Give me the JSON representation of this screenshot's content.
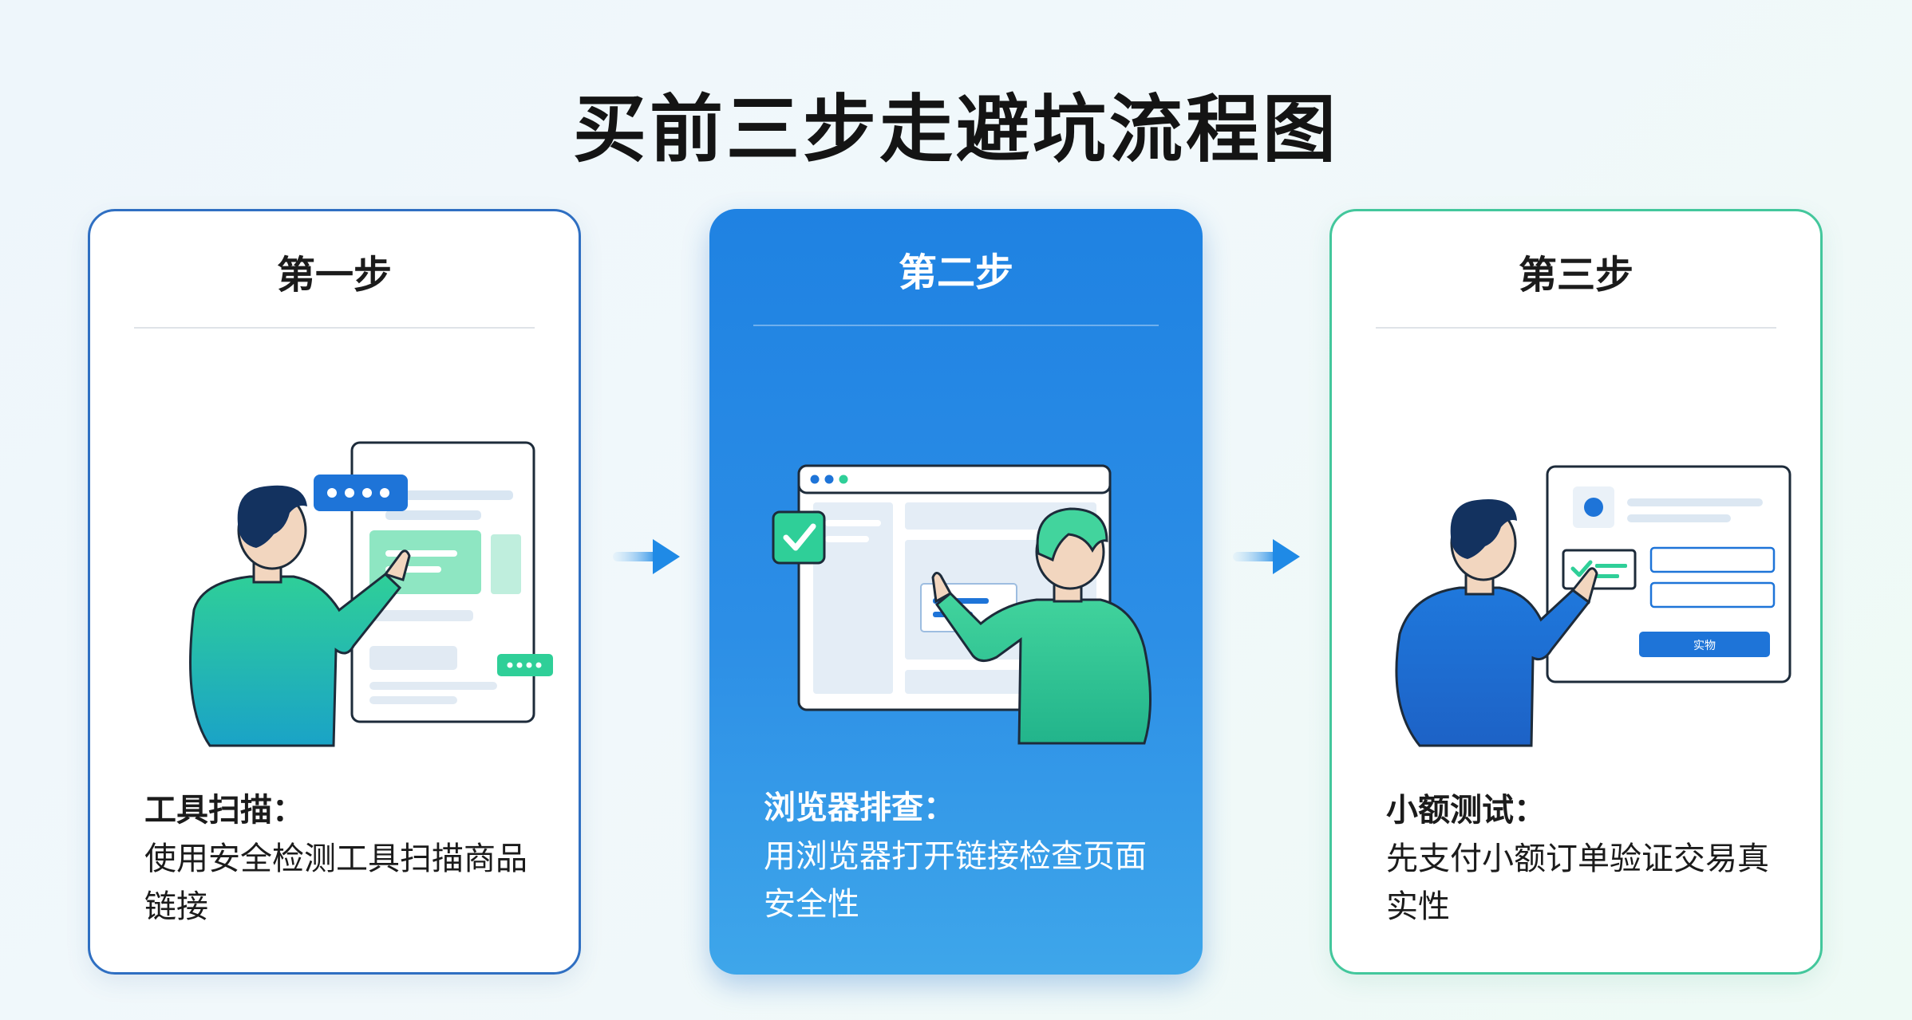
{
  "title": "买前三步走避坑流程图",
  "steps": [
    {
      "label": "第一步",
      "heading": "工具扫描：",
      "description": "使用安全检测工具扫描商品链接"
    },
    {
      "label": "第二步",
      "heading": "浏览器排查：",
      "description": "用浏览器打开链接检查页面安全性"
    },
    {
      "label": "第三步",
      "heading": "小额测试：",
      "description": "先支付小额订单验证交易真实性",
      "form_button_label": "实物"
    }
  ],
  "colors": {
    "primary_blue": "#1f82e2",
    "card1_border": "#2f6fc2",
    "card3_border": "#43c79c",
    "figure_green": "#2fc79a",
    "figure_blue": "#1e74d8",
    "hair_navy": "#13325f"
  },
  "icons": [
    "arrow-right-icon",
    "checkmark-icon",
    "dots-badge-icon",
    "person-pointing-icon",
    "browser-window-icon",
    "document-icon",
    "form-icon"
  ]
}
